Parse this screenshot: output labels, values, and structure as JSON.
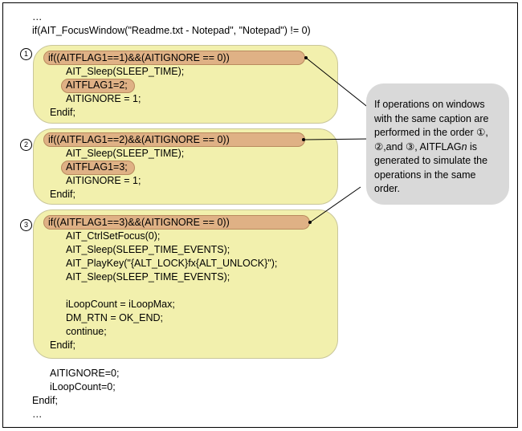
{
  "code": {
    "top": [
      "…",
      "if(AIT_FocusWindow(\"Readme.txt - Notepad\", \"Notepad\") != 0)"
    ],
    "block1": {
      "number": "1",
      "cond": "if((AITFLAG1==1)&&(AITIGNORE == 0))",
      "sleep": "AIT_Sleep(SLEEP_TIME);",
      "flag": "AITFLAG1=2;",
      "ignore": "AITIGNORE = 1;",
      "end": "Endif;"
    },
    "block2": {
      "number": "2",
      "cond": "if((AITFLAG1==2)&&(AITIGNORE == 0))",
      "sleep": "AIT_Sleep(SLEEP_TIME);",
      "flag": "AITFLAG1=3;",
      "ignore": "AITIGNORE = 1;",
      "end": "Endif;"
    },
    "block3": {
      "number": "3",
      "cond": "if((AITFLAG1==3)&&(AITIGNORE == 0))",
      "lines": [
        "AIT_CtrlSetFocus(0);",
        "AIT_Sleep(SLEEP_TIME_EVENTS);",
        "AIT_PlayKey(\"{ALT_LOCK}fx{ALT_UNLOCK}\");",
        "AIT_Sleep(SLEEP_TIME_EVENTS);",
        "",
        "iLoopCount = iLoopMax;",
        "DM_RTN = OK_END;",
        "continue;",
        "Endif;"
      ]
    },
    "bottom": [
      "AITIGNORE=0;",
      "iLoopCount=0;",
      "Endif;",
      "…"
    ]
  },
  "callout": {
    "lines": [
      "If operations on windows",
      "with the same caption are",
      "performed in the order ①,",
      "②,and ③, AITFLAG",
      "generated to simulate the",
      "operations in the same",
      "order."
    ],
    "italic_n": "n",
    "line4_tail": " is"
  },
  "colors": {
    "block_fill": "#f2f0ad",
    "pill_fill": "#dfb185",
    "callout_fill": "#d9d9d9"
  }
}
